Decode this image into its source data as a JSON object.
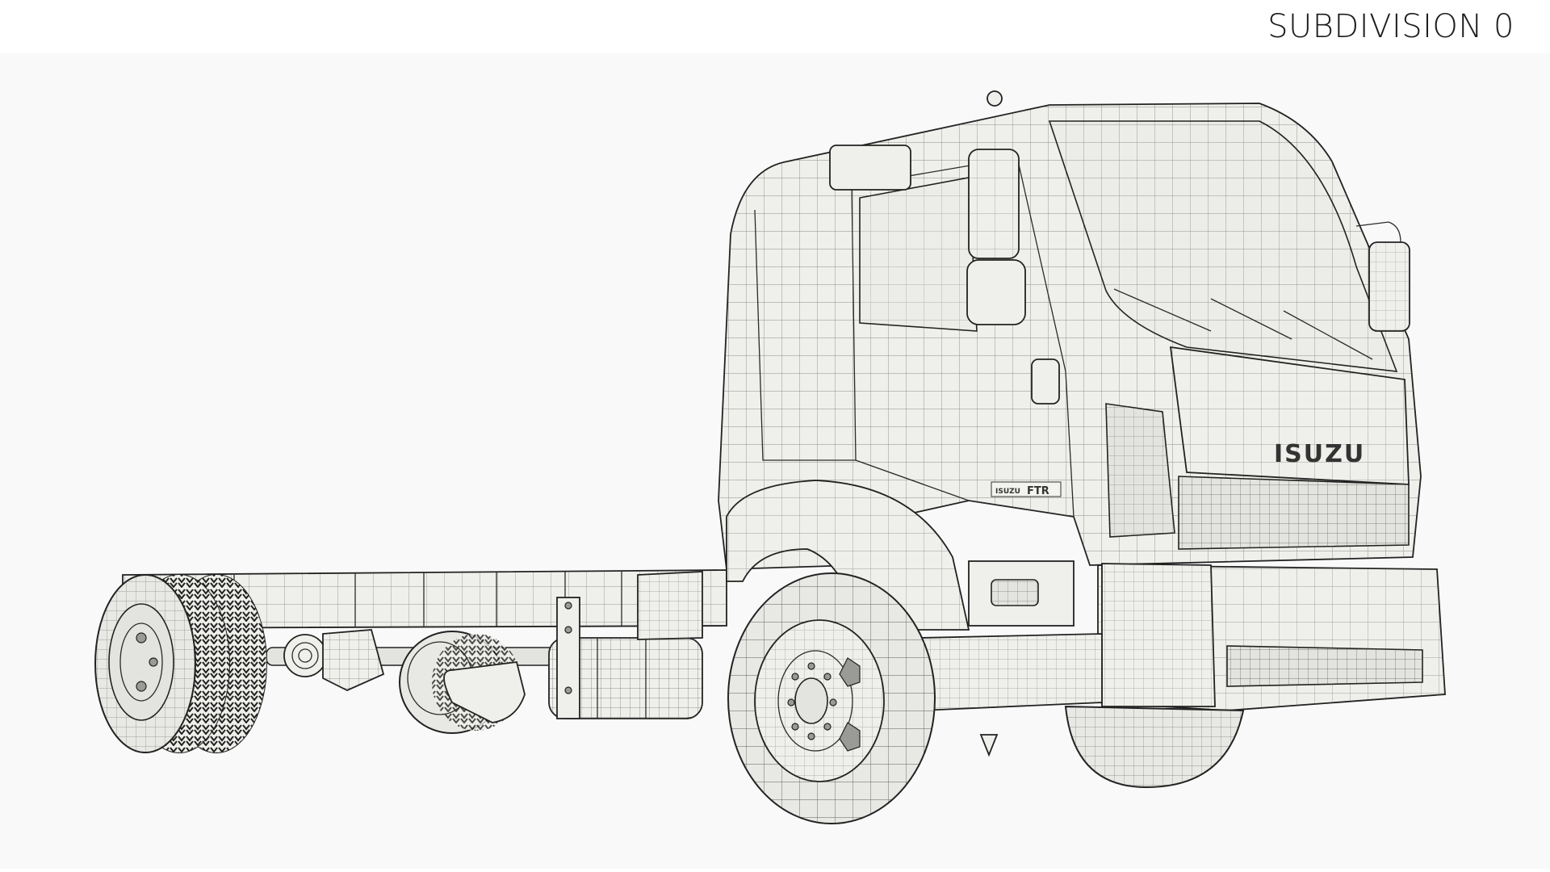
{
  "header": {
    "title": "SUBDIVISION 0"
  },
  "scene": {
    "subject": "Isuzu FTR truck chassis cab 3D wireframe render",
    "front_logo": "ISUZU",
    "side_badge": {
      "brand": "ISUZU",
      "model": "FTR"
    },
    "background_color": "#f9f9f9",
    "header_color": "#ffffff",
    "wire_color": "#2a2a2a",
    "surface_color": "#efefeb"
  }
}
